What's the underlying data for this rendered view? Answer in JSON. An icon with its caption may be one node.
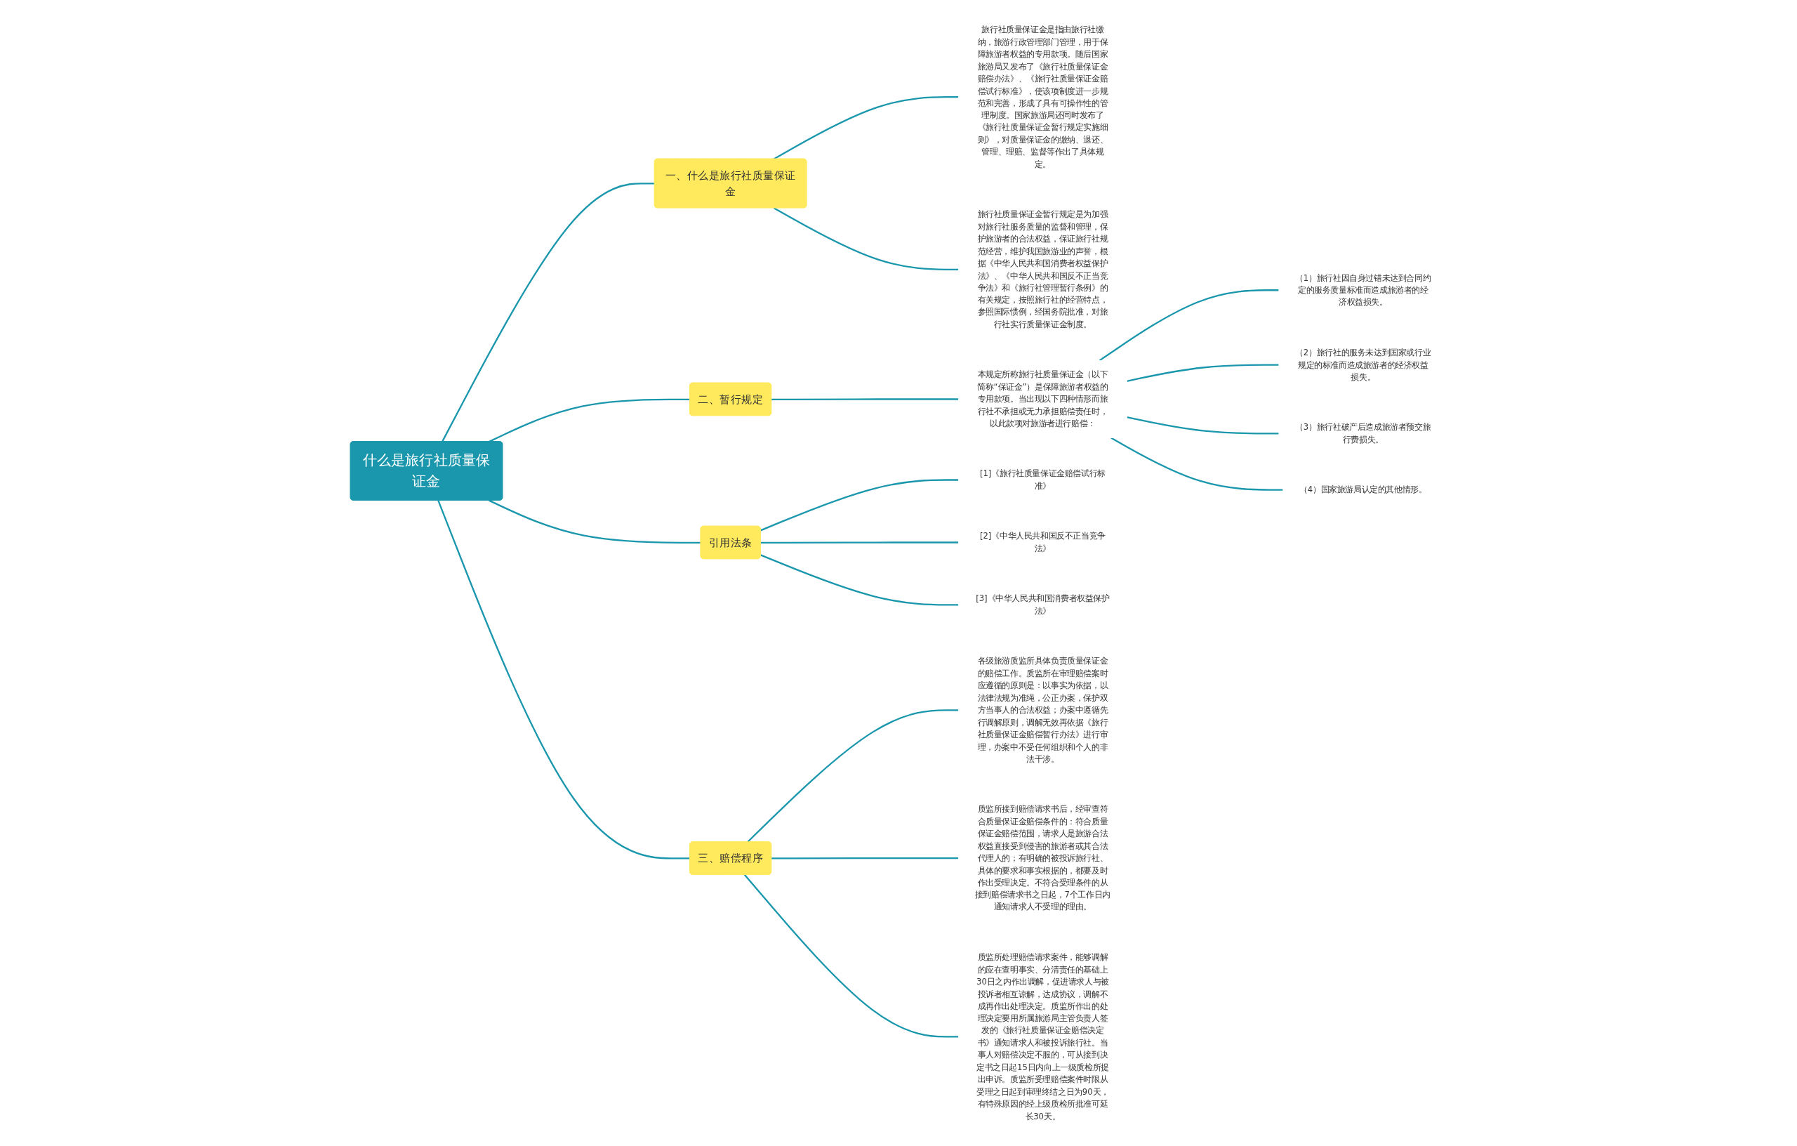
{
  "diagram": {
    "nodes": [
      {
        "text": [
          "什么是旅行社质量保证金"
        ]
      },
      {
        "text": [
          "一、什么是旅行社质量保证金"
        ]
      },
      {
        "text": [
          "旅行社质量保证金是指由旅行社缴纳，旅游行政管理部门管理，用于保障旅游者权益的专用款项。随后国家旅游局又发布了《旅行社质量保证金赔偿办法》、《旅行社质量保证金赔偿试行标准》，使该项制度进一步规范和完善，形成了具有可操作性的管理制度。国家旅游局还同时发布了《旅行社质量保证金暂行规定实施细则》，对质量保证金的缴纳、退还、管理、理赔、监督等作出了具体规定。"
        ]
      },
      {
        "text": [
          "旅行社质量保证金暂行规定是为加强对旅行社服务质量的监督和管理，保护旅游者的合法权益，保证旅行社规范经营，维护我国旅游业的声誉，根据《中华人民共和国消费者权益保护法》、《中华人民共和国反不正当竞争法》和《旅行社管理暂行条例》的有关规定，按照旅行社的经营特点，参照国际惯例，经国务院批准，对旅行社实行质量保证金制度。"
        ]
      },
      {
        "text": [
          "二、暂行规定"
        ]
      },
      {
        "text": [
          "本规定所称旅行社质量保证金（以下简称“保证金”）是保障旅游者权益的专用款项。当出现以下四种情形而旅行社不承担或无力承担赔偿责任时，以此款项对旅游者进行赔偿："
        ]
      },
      {
        "text": [
          "（1）旅行社因自身过错未达到合同约定的服务质量标准而造成旅游者的经济权益损失。"
        ]
      },
      {
        "text": [
          "（2）旅行社的服务未达到国家或行业规定的标准而造成旅游者的经济权益损失。"
        ]
      },
      {
        "text": [
          "（3）旅行社破产后造成旅游者预交旅行费损失。"
        ]
      },
      {
        "text": [
          "（4）国家旅游局认定的其他情形。"
        ]
      },
      {
        "text": [
          "引用法条"
        ]
      },
      {
        "text": [
          "[1]《旅行社质量保证金赔偿试行标准》"
        ]
      },
      {
        "text": [
          "[2]《中华人民共和国反不正当竞争法》"
        ]
      },
      {
        "text": [
          "[3]《中华人民共和国消费者权益保护法》"
        ]
      },
      {
        "text": [
          "三、赔偿程序"
        ]
      },
      {
        "text": [
          "各级旅游质监所具体负责质量保证金的赔偿工作。质监所在审理赔偿案时应遵循的原则是：以事实为依据，以法律法规为准绳，公正办案，保护双方当事人的合法权益；办案中遵循先行调解原则，调解无效再依据《旅行社质量保证金赔偿暂行办法》进行审理，办案中不受任何组织和个人的非法干涉。"
        ]
      },
      {
        "text": [
          "质监所接到赔偿请求书后，经审查符合质量保证金赔偿条件的：符合质量保证金赔偿范围，请求人是旅游合法权益直接受到侵害的旅游者或其合法代理人的；有明确的被投诉旅行社、具体的要求和事实根据的，都要及时作出受理决定。不符合受理条件的从接到赔偿请求书之日起，7个工作日内通知请求人不受理的理由。"
        ]
      },
      {
        "text": [
          "质监所处理赔偿请求案件，能够调解的应在查明事实、分清责任的基础上30日之内作出调解，促进请求人与被投诉者相互谅解，达成协议，调解不成再作出处理决定。质监所作出的处理决定要用所属旅游局主管负责人签发的《旅行社质量保证金赔偿决定书》通知请求人和被投诉旅行社。当事人对赔偿决定不服的，可从接到决定书之日起15日内向上一级质检所提出申诉。质监所受理赔偿案件时限从受理之日起到审理终结之日为90天，有特殊原因的经上级质检所批准可延长30天。"
        ]
      }
    ],
    "edges": [
      {
        "from": 0,
        "to": 1,
        "arrow": "none"
      },
      {
        "from": 1,
        "to": 2,
        "arrow": "none"
      },
      {
        "from": 1,
        "to": 3,
        "arrow": "none"
      },
      {
        "from": 0,
        "to": 4,
        "arrow": "none"
      },
      {
        "from": 4,
        "to": 5,
        "arrow": "none"
      },
      {
        "from": 5,
        "to": 6,
        "arrow": "none"
      },
      {
        "from": 5,
        "to": 7,
        "arrow": "none"
      },
      {
        "from": 5,
        "to": 8,
        "arrow": "none"
      },
      {
        "from": 5,
        "to": 9,
        "arrow": "none"
      },
      {
        "from": 0,
        "to": 10,
        "arrow": "none"
      },
      {
        "from": 10,
        "to": 11,
        "arrow": "none"
      },
      {
        "from": 10,
        "to": 12,
        "arrow": "none"
      },
      {
        "from": 10,
        "to": 13,
        "arrow": "none"
      },
      {
        "from": 0,
        "to": 14,
        "arrow": "none"
      },
      {
        "from": 14,
        "to": 15,
        "arrow": "none"
      },
      {
        "from": 14,
        "to": 16,
        "arrow": "none"
      },
      {
        "from": 14,
        "to": 17,
        "arrow": "none"
      }
    ]
  }
}
